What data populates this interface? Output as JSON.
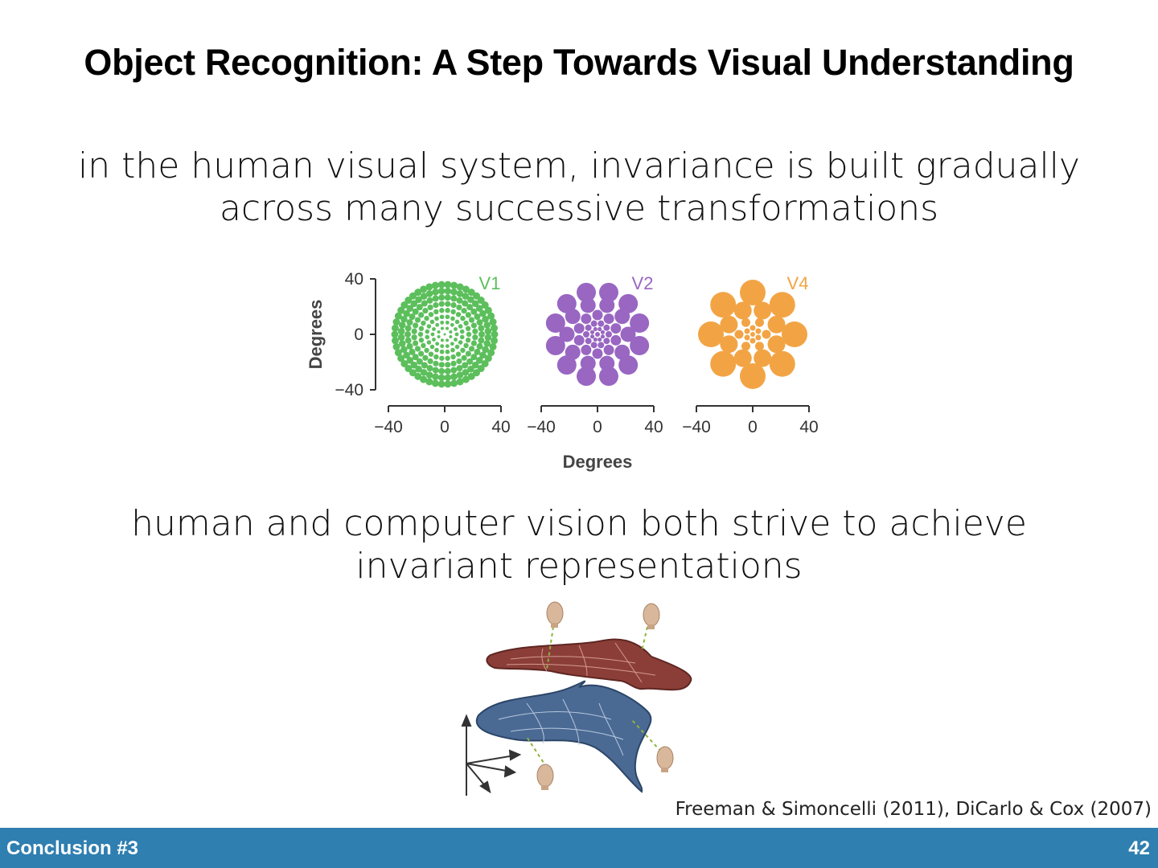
{
  "slide": {
    "title": "Object Recognition: A Step Towards Visual Understanding",
    "text1": {
      "line1": "in the human visual system, invariance is built gradually",
      "line2": "across many successive transformations"
    },
    "text2": {
      "line1": "human and computer vision both strive to achieve",
      "line2": "invariant representations"
    },
    "citation": "Freeman & Simoncelli (2011), DiCarlo & Cox (2007)",
    "footer": {
      "section": "Conclusion #3",
      "page_number": "42"
    }
  },
  "receptive_field_figure": {
    "y_axis_label": "Degrees",
    "x_axis_label": "Degrees",
    "y_ticks": [
      "40",
      "0",
      "−40"
    ],
    "x_ticks": [
      "−40",
      "0",
      "40"
    ],
    "panels": [
      {
        "label": "V1",
        "color": "#5cbf5c"
      },
      {
        "label": "V2",
        "color": "#9966c2"
      },
      {
        "label": "V4",
        "color": "#f2a444"
      }
    ]
  },
  "manifold_figure": {
    "colors": {
      "top_surface": "#8b3e38",
      "bottom_surface": "#4a6a94",
      "face": "#d9b79a"
    }
  }
}
